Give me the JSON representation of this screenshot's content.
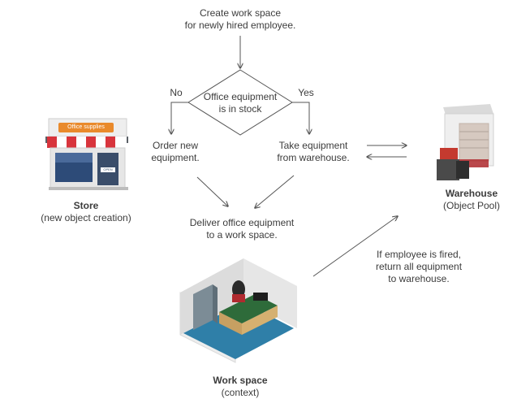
{
  "start_note": [
    "Create work space",
    "for newly hired employee."
  ],
  "decision": {
    "lines": [
      "Office equipment",
      "is in stock"
    ],
    "no_label": "No",
    "yes_label": "Yes"
  },
  "order_node": [
    "Order new",
    "equipment."
  ],
  "take_node": [
    "Take equipment",
    "from warehouse."
  ],
  "deliver_node": [
    "Deliver office equipment",
    "to a work space."
  ],
  "fired_note": [
    "If employee is fired,",
    "return all equipment",
    "to warehouse."
  ],
  "store": {
    "title": "Store",
    "subtitle": "(new object creation)",
    "sign": "Office supplies",
    "door_sign": "OPEN"
  },
  "warehouse": {
    "title": "Warehouse",
    "subtitle": "(Object Pool)"
  },
  "workspace": {
    "title": "Work space",
    "subtitle": "(context)"
  },
  "colors": {
    "text": "#3c3c3c",
    "line": "#555555",
    "store_sign": "#e98a2c",
    "awning_red": "#d8343c",
    "floor_blue": "#2f7fa8",
    "desk_green": "#2e6b3a"
  }
}
